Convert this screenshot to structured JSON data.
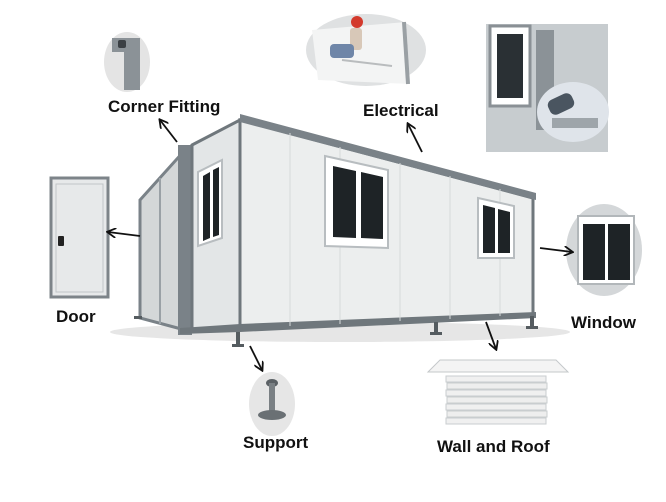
{
  "labels": {
    "corner_fitting": "Corner Fitting",
    "electrical": "Electrical",
    "door": "Door",
    "window": "Window",
    "support": "Support",
    "wall_and_roof": "Wall and Roof"
  },
  "colors": {
    "frame": "#7a8288",
    "panel": "#eceeee",
    "panel_shade": "#d8dbdc",
    "glass": "#1e2326",
    "arrow": "#111111"
  }
}
